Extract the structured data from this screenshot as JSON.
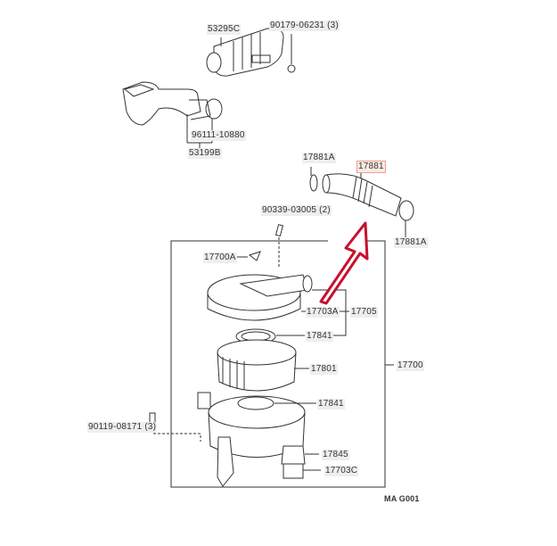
{
  "diagram": {
    "labels": {
      "intake_duct": "53295C",
      "intake_duct_screw": "90179-06231 (3)",
      "hose_clamp": "96111-10880",
      "intake_pipe": "53199B",
      "clamp_upper": "17881A",
      "inlet_hose": "17881",
      "clamp_lower": "17881A",
      "clip": "90339-03005 (2)",
      "wing_nut": "17700A",
      "cap": "17703A",
      "cap_sub_assy": "17705",
      "gasket_upper": "17841",
      "element": "17801",
      "gasket_lower": "17841",
      "cleaner_assy": "17700",
      "bolt": "90119-08171 (3)",
      "valve": "17845",
      "case_bottom": "17703C"
    },
    "figure_code": "MA  G001",
    "highlight_color": "#c8102e"
  }
}
